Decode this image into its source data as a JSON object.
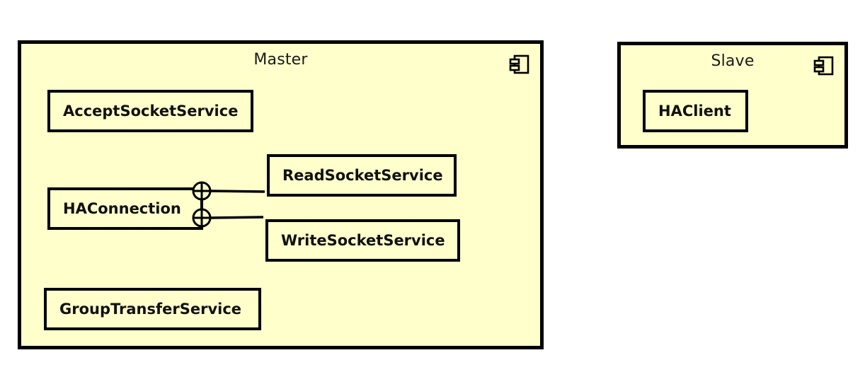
{
  "diagram": {
    "type": "uml-component-diagram",
    "background_color": "#ffffff",
    "fill_color": "#ffffcc",
    "line_color": "#000000"
  },
  "components": [
    {
      "id": "master",
      "title": "Master",
      "icon": "component-icon",
      "nodes": [
        {
          "id": "accept-socket-service",
          "label": "AcceptSocketService"
        },
        {
          "id": "ha-connection",
          "label": "HAConnection"
        },
        {
          "id": "read-socket-service",
          "label": "ReadSocketService"
        },
        {
          "id": "write-socket-service",
          "label": "WriteSocketService"
        },
        {
          "id": "group-transfer-service",
          "label": "GroupTransferService"
        }
      ]
    },
    {
      "id": "slave",
      "title": "Slave",
      "icon": "component-icon",
      "nodes": [
        {
          "id": "ha-client",
          "label": "HAClient"
        }
      ]
    }
  ],
  "connections": [
    {
      "id": "ha-connection-to-read-socket-service",
      "from": "ha-connection",
      "to": "read-socket-service",
      "port": "interface-port"
    },
    {
      "id": "ha-connection-to-write-socket-service",
      "from": "ha-connection",
      "to": "write-socket-service",
      "port": "interface-port"
    }
  ]
}
